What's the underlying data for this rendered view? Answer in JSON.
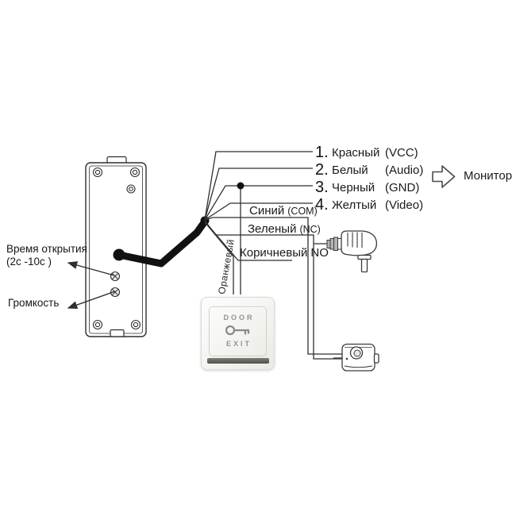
{
  "labels": {
    "monitor_wires": [
      {
        "num": "1.",
        "name": "Красный",
        "signal": "(VCC)"
      },
      {
        "num": "2.",
        "name": "Белый",
        "signal": "(Audio)"
      },
      {
        "num": "3.",
        "name": "Черный",
        "signal": "(GND)"
      },
      {
        "num": "4.",
        "name": "Желтый",
        "signal": "(Video)"
      }
    ],
    "lock_wires": [
      {
        "name": "Синий",
        "signal": "(COM)"
      },
      {
        "name": "Зеленый",
        "signal": "(NC)"
      },
      {
        "name": "Коричневый",
        "signal": "NO"
      }
    ],
    "orange_wire": "Оранжевый",
    "monitor": "Монитор",
    "open_time": "Время открытия",
    "open_time_range": "(2с -10с )",
    "volume": "Громкость",
    "exit_button_top": "DOOR",
    "exit_button_bottom": "EXIT"
  },
  "colors": {
    "line": "#2f2f2f",
    "text": "#1a1a1a",
    "button_shadow": "#35352f"
  }
}
